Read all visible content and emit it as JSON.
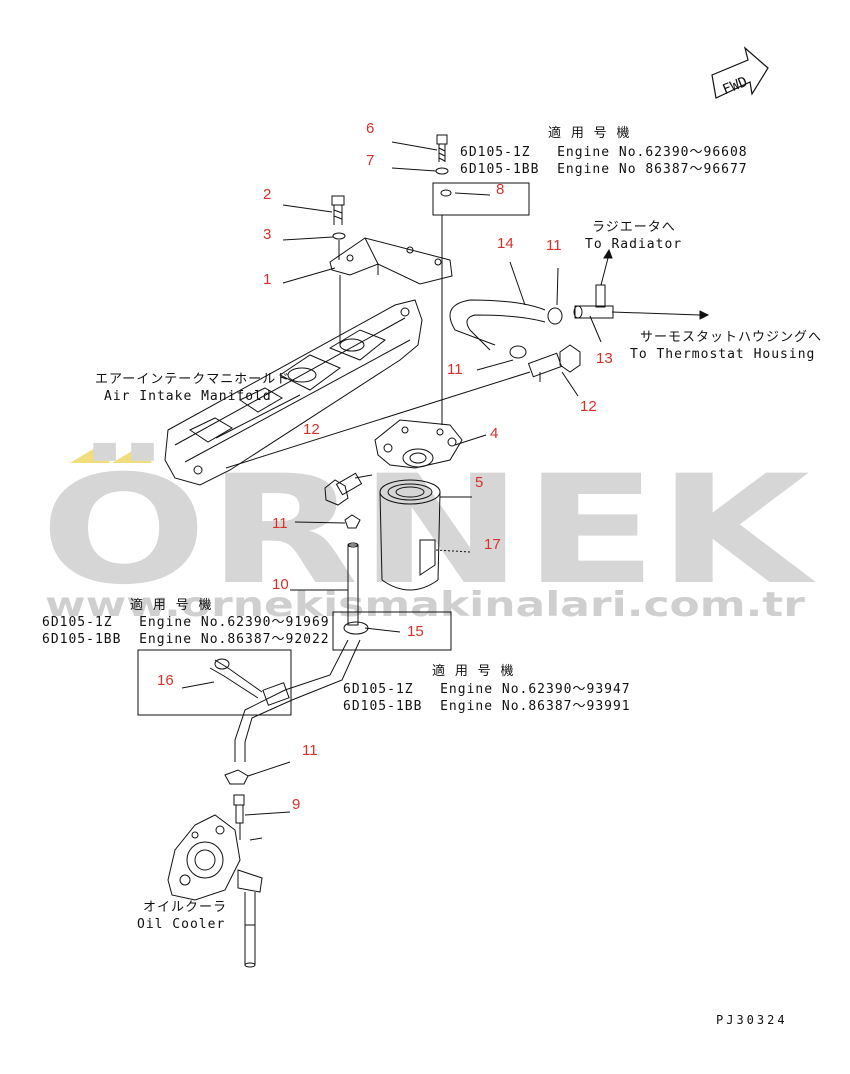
{
  "watermark": {
    "brand": "ÖRNEK",
    "url": "www.ornekismakinalari.com.tr",
    "color": "#d6d6d6",
    "accent": "#f1dc7e"
  },
  "drawing_code": "PJ30324",
  "fwd_label": "FWD",
  "callouts": [
    "6",
    "7",
    "8",
    "2",
    "3",
    "1",
    "14",
    "11",
    "13",
    "11",
    "12",
    "12",
    "4",
    "5",
    "17",
    "11",
    "10",
    "15",
    "16",
    "11",
    "9"
  ],
  "notes": {
    "top_heading": "適 用 号 機",
    "top_line1": "6D105-1Z   Engine No.62390～96608",
    "top_line2": "6D105-1BB  Engine No 86387～96677",
    "radiator_jp": "ラジエータへ",
    "radiator_en": "To Radiator",
    "thermostat_jp": "サーモスタットハウジングへ",
    "thermostat_en": "To Thermostat Housing",
    "manifold_jp": "エアーインテークマニホールド",
    "manifold_en": "Air Intake Manifold",
    "left_heading": "適 用 号 機",
    "left_line1": "6D105-1Z   Engine No.62390～91969",
    "left_line2": "6D105-1BB  Engine No.86387～92022",
    "mid_heading": "適 用 号 機",
    "mid_line1": "6D105-1Z   Engine No.62390～93947",
    "mid_line2": "6D105-1BB  Engine No.86387～93991",
    "cooler_jp": "オイルクーラ",
    "cooler_en": "Oil Cooler"
  },
  "colors": {
    "line": "#111111",
    "callout": "#d9302a"
  }
}
